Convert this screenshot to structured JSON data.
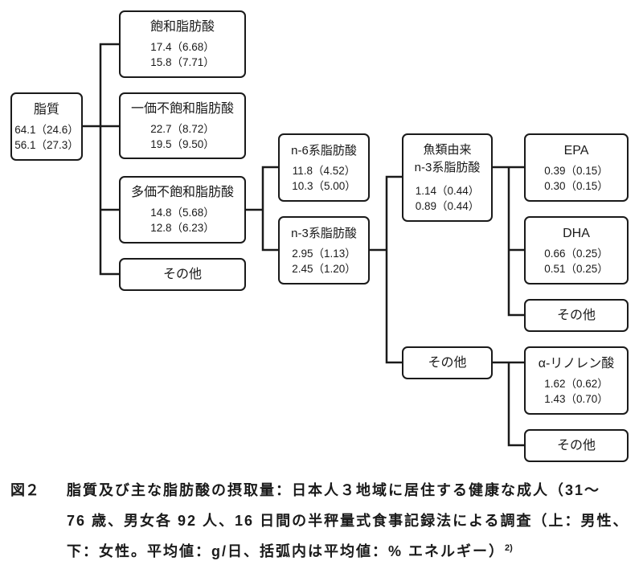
{
  "diagram": {
    "lipid": {
      "title": "脂質",
      "upper": "64.1（24.6）",
      "lower": "56.1（27.3）"
    },
    "saturated": {
      "title": "飽和脂肪酸",
      "upper": "17.4（6.68）",
      "lower": "15.8（7.71）"
    },
    "monounsaturated": {
      "title": "一価不飽和脂肪酸",
      "upper": "22.7（8.72）",
      "lower": "19.5（9.50）"
    },
    "polyunsaturated": {
      "title": "多価不飽和脂肪酸",
      "upper": "14.8（5.68）",
      "lower": "12.8（6.23）"
    },
    "lipid_other": {
      "title": "その他"
    },
    "n6": {
      "title": "n-6系脂肪酸",
      "upper": "11.8（4.52）",
      "lower": "10.3（5.00）"
    },
    "n3": {
      "title": "n-3系脂肪酸",
      "upper": "2.95（1.13）",
      "lower": "2.45（1.20）"
    },
    "fish_n3": {
      "title_line1": "魚類由来",
      "title_line2": "n-3系脂肪酸",
      "upper": "1.14（0.44）",
      "lower": "0.89（0.44）"
    },
    "epa": {
      "title": "EPA",
      "upper": "0.39（0.15）",
      "lower": "0.30（0.15）"
    },
    "dha": {
      "title": "DHA",
      "upper": "0.66（0.25）",
      "lower": "0.51（0.25）"
    },
    "fish_other": {
      "title": "その他"
    },
    "n3_other": {
      "title": "その他"
    },
    "ala": {
      "title": "α-リノレン酸",
      "upper": "1.62（0.62）",
      "lower": "1.43（0.70）"
    },
    "ala_other": {
      "title": "その他"
    }
  },
  "caption": {
    "label": "図２",
    "line1": "脂質及び主な脂肪酸の摂取量：日本人３地域に居住する健康な成人（31～",
    "line2": "76 歳、男女各 92 人、16 日間の半秤量式食事記録法による調査（上：男性、",
    "line3": "下：女性。平均値：g/日、括弧内は平均値：% エネルギー）",
    "ref": "2)"
  }
}
